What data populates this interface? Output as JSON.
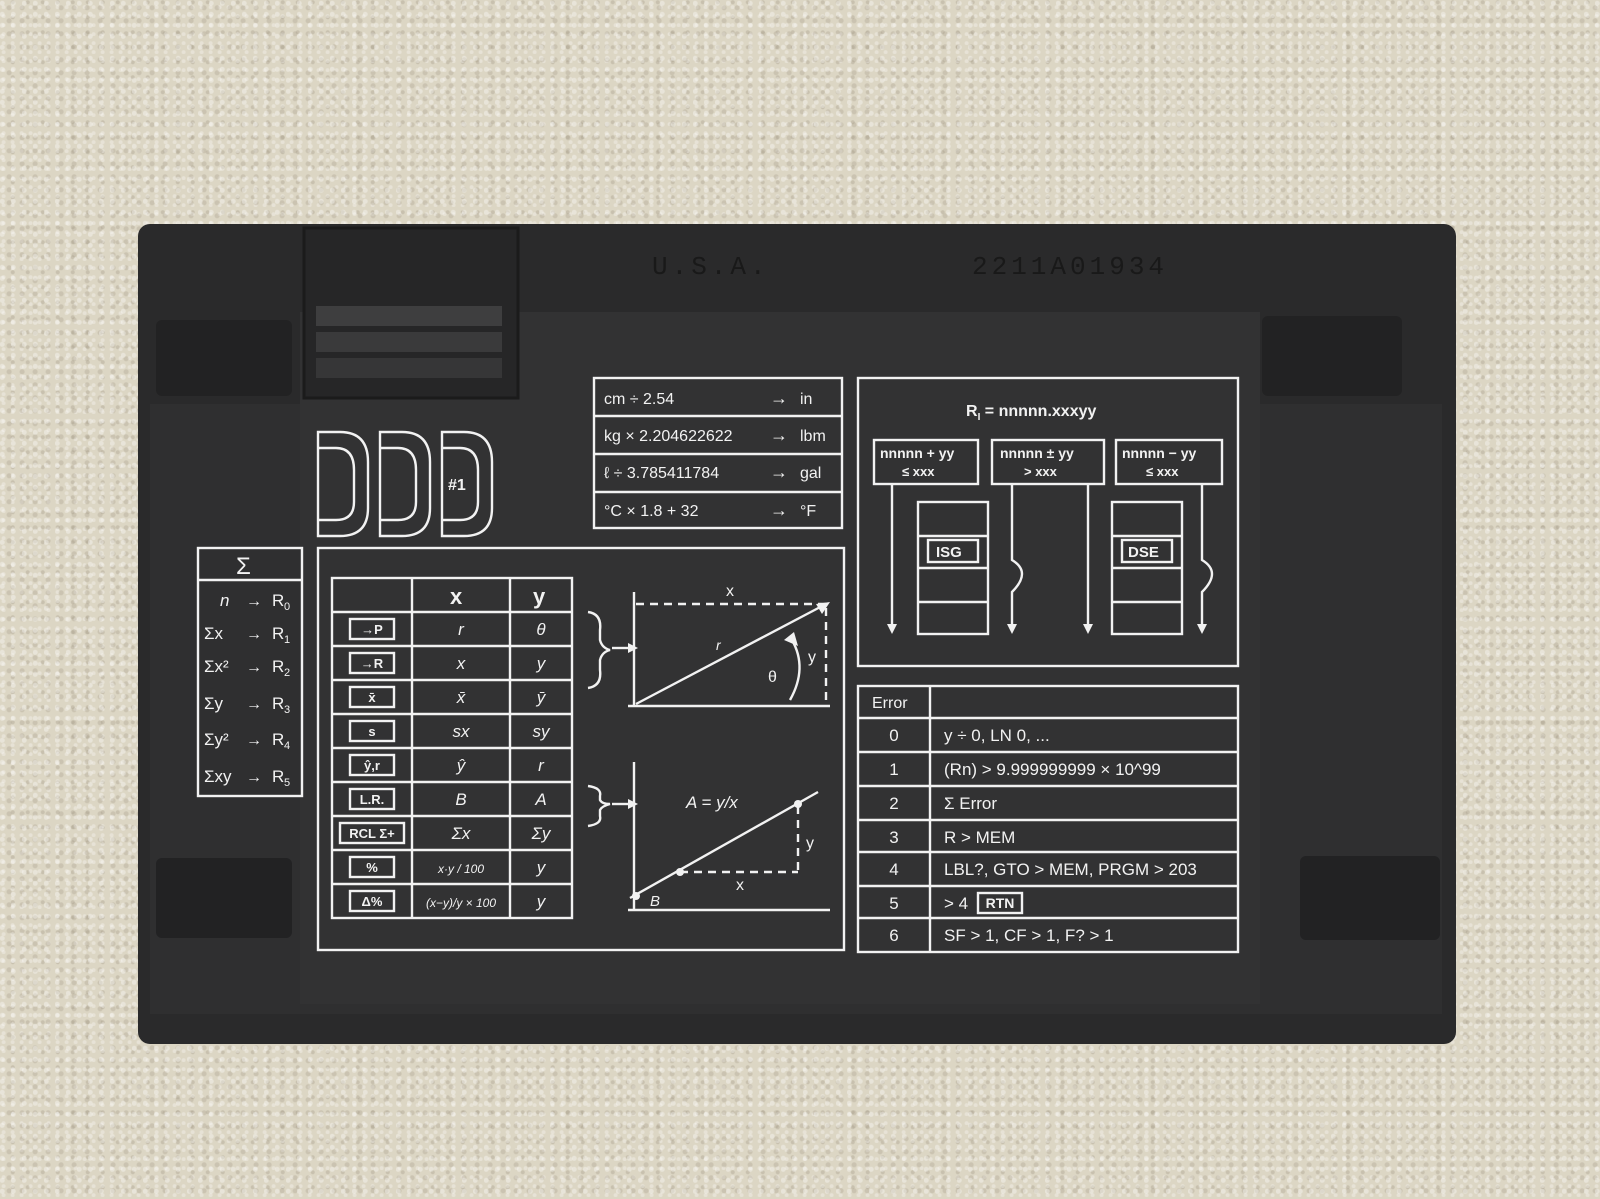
{
  "stamp": {
    "country": "U.S.A.",
    "serial": "2211A01934"
  },
  "card_marks": {
    "number": "#1"
  },
  "conversions": [
    {
      "op": "cm ÷ 2.54",
      "arrow": "→",
      "unit": "in"
    },
    {
      "op": "kg × 2.204622622",
      "arrow": "→",
      "unit": "lbm"
    },
    {
      "op": "ℓ ÷ 3.785411784",
      "arrow": "→",
      "unit": "gal"
    },
    {
      "op": "°C × 1.8 + 32",
      "arrow": "→",
      "unit": "°F"
    }
  ],
  "sigma_table": {
    "header": "Σ",
    "rows": [
      {
        "term": "n",
        "reg": "R",
        "sub": "0"
      },
      {
        "term": "Σx",
        "reg": "R",
        "sub": "1"
      },
      {
        "term": "Σx²",
        "reg": "R",
        "sub": "2"
      },
      {
        "term": "Σy",
        "reg": "R",
        "sub": "3"
      },
      {
        "term": "Σy²",
        "reg": "R",
        "sub": "4"
      },
      {
        "term": "Σxy",
        "reg": "R",
        "sub": "5"
      }
    ]
  },
  "stat_table": {
    "col_x": "x",
    "col_y": "y",
    "rows": [
      {
        "key": "→P",
        "x": "r",
        "y": "θ"
      },
      {
        "key": "→R",
        "x": "x",
        "y": "y"
      },
      {
        "key": "x̄",
        "x": "x̄",
        "y": "ȳ"
      },
      {
        "key": "s",
        "x": "sx",
        "y": "sy"
      },
      {
        "key": "ŷ,r",
        "x": "ŷ",
        "y": "r"
      },
      {
        "key": "L.R.",
        "x": "B",
        "y": "A"
      },
      {
        "key": "RCL Σ+",
        "x": "Σx",
        "y": "Σy"
      },
      {
        "key": "%",
        "x": "x·y / 100",
        "y": "y"
      },
      {
        "key": "Δ%",
        "x": "(x−y)/y × 100",
        "y": "y"
      }
    ]
  },
  "polar_diagram": {
    "x": "x",
    "y": "y",
    "r": "r",
    "theta": "θ"
  },
  "linreg_diagram": {
    "formula": "A = y/x",
    "x": "x",
    "y": "y",
    "b": "B"
  },
  "loop_diagram": {
    "title": "R",
    "title_sub": "I",
    "title_rest": " = nnnnn.xxxyy",
    "boxes": [
      {
        "line1": "nnnnn + yy",
        "line2": "≤ xxx"
      },
      {
        "line1": "nnnnn ± yy",
        "line2": "> xxx"
      },
      {
        "line1": "nnnnn − yy",
        "line2": "≤ xxx"
      }
    ],
    "keys": [
      "ISG",
      "DSE"
    ]
  },
  "errors": {
    "header": "Error",
    "rows": [
      {
        "code": "0",
        "desc": "y ÷ 0,  LN 0, ..."
      },
      {
        "code": "1",
        "desc": "(Rn) > 9.999999999 × 10^99"
      },
      {
        "code": "2",
        "desc": "Σ Error"
      },
      {
        "code": "3",
        "desc": "R > MEM"
      },
      {
        "code": "4",
        "desc": "LBL?, GTO > MEM, PRGM > 203"
      },
      {
        "code": "5",
        "desc": "> 4",
        "key": "RTN"
      },
      {
        "code": "6",
        "desc": "SF > 1, CF > 1, F? > 1"
      }
    ]
  }
}
